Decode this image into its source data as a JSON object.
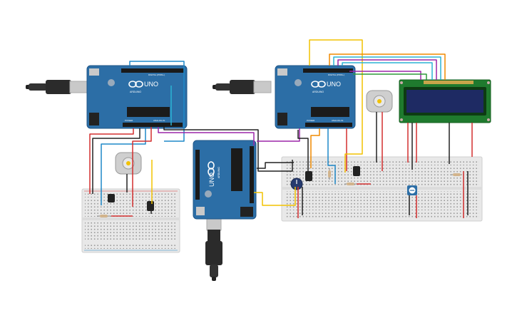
{
  "boards": [
    {
      "id": "uno-left",
      "logo": "UNO",
      "brand": "ARDUINO",
      "header_digital": "DIGITAL (PWM~)",
      "header_power": "POWER",
      "header_analog": "ANALOG IN"
    },
    {
      "id": "uno-center",
      "logo": "UNO",
      "brand": "ARDUINO",
      "header_digital": "DIGITAL (PWM~)",
      "header_power": "POWER",
      "header_analog": "ANALOG IN"
    },
    {
      "id": "uno-right",
      "logo": "UNO",
      "brand": "ARDUINO",
      "header_digital": "DIGITAL (PWM~)",
      "header_power": "POWER",
      "header_analog": "ANALOG IN"
    }
  ],
  "colors": {
    "board": "#2c6ea6",
    "board_edge": "#1f5587",
    "breadboard": "#e6e6e6",
    "lcd_pcb": "#1f7a2e",
    "lcd_screen": "#1e2a63",
    "wire_red": "#d32f2f",
    "wire_black": "#222222",
    "wire_yellow": "#f2c200",
    "wire_blue": "#1e88c8",
    "wire_orange": "#f08a00",
    "wire_purple": "#9b27a8",
    "wire_cyan": "#2bb3d4",
    "wire_green": "#2e9a3a"
  },
  "components": {
    "motors": [
      "dc-motor-left",
      "dc-motor-right"
    ],
    "lcd": "16x2-lcd-display",
    "potentiometers": [
      "potentiometer-round",
      "trimmer-potentiometer"
    ],
    "sensors": [
      "sensor-left",
      "sensor-right"
    ],
    "usb_cables": [
      "usb-cable-left",
      "usb-cable-center",
      "usb-cable-bottom"
    ]
  }
}
